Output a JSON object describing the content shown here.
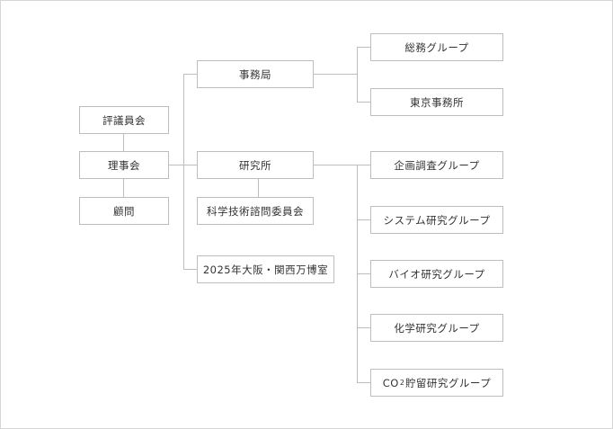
{
  "nodes": {
    "hyogiinkai": "評議員会",
    "rijikai": "理事会",
    "komon": "顧問",
    "jimukyoku": "事務局",
    "kenkyusho": "研究所",
    "kagaku_iinkai": "科学技術諮問委員会",
    "expo": "2025年大阪・関西万博室",
    "somu": "総務グループ",
    "tokyo": "東京事務所",
    "kikaku": "企画調査グループ",
    "system": "システム研究グループ",
    "bio": "バイオ研究グループ",
    "kagaku": "化学研究グループ",
    "co2_prefix": "CO",
    "co2_sub": "2",
    "co2_rest": "貯留研究グループ"
  }
}
